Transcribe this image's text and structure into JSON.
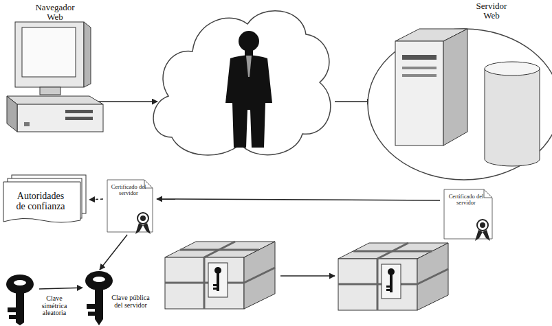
{
  "diagram": {
    "nodes": [
      {
        "text": [
          "Navegador Web"
        ]
      },
      {
        "text": [
          "Servidor Web"
        ]
      },
      {
        "text": [
          "Autoridades de confianza"
        ]
      },
      {
        "text": [
          "Certificado del servidor"
        ]
      },
      {
        "text": [
          "Certificado del servidor"
        ]
      },
      {
        "text": [
          "Clave simétrica aleatoria"
        ]
      },
      {
        "text": [
          "Clave pública del servidor"
        ]
      }
    ],
    "edges": [
      {
        "from": 4,
        "to": 3,
        "arrow": "to"
      },
      {
        "from": 3,
        "to": 2,
        "arrow": "to"
      },
      {
        "from": 3,
        "to": 6,
        "arrow": "to"
      },
      {
        "from": 5,
        "to": 6,
        "arrow": "to"
      }
    ]
  }
}
